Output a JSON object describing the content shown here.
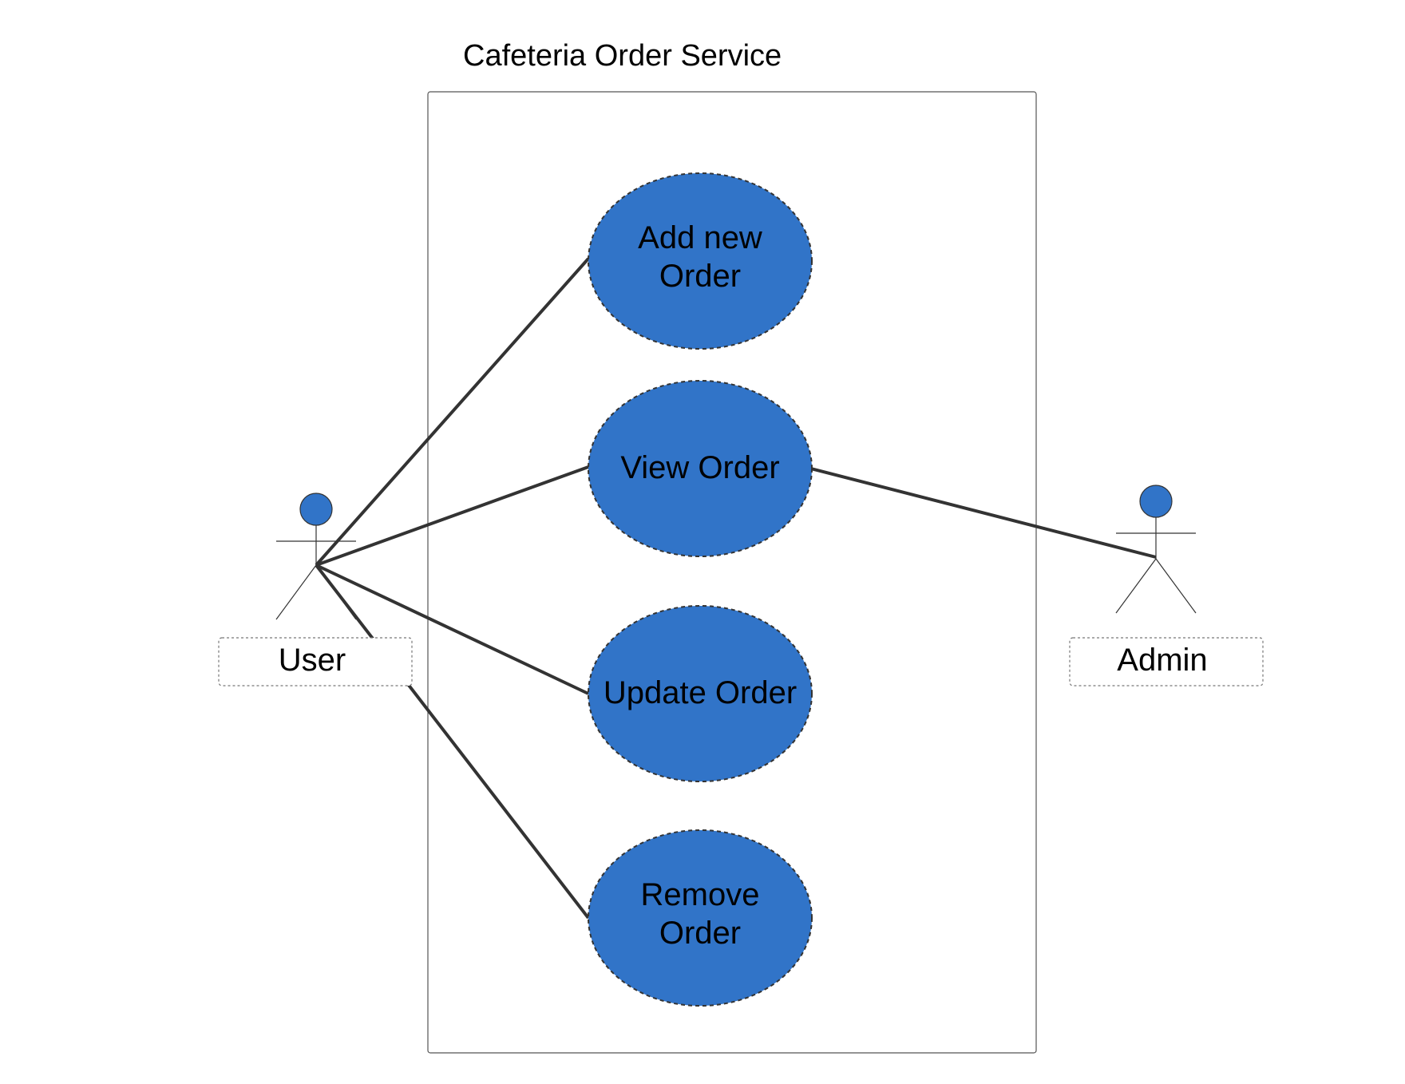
{
  "diagram": {
    "system": {
      "title": "Cafeteria Order Service"
    },
    "use_cases": [
      {
        "id": "add",
        "line1": "Add new",
        "line2": "Order"
      },
      {
        "id": "view",
        "line1": "View Order",
        "line2": ""
      },
      {
        "id": "update",
        "line1": "Update Order",
        "line2": ""
      },
      {
        "id": "remove",
        "line1": "Remove",
        "line2": "Order"
      }
    ],
    "actors": [
      {
        "id": "user",
        "label": "User"
      },
      {
        "id": "admin",
        "label": "Admin"
      }
    ],
    "associations": [
      {
        "actor": "user",
        "use_case": "add"
      },
      {
        "actor": "user",
        "use_case": "view"
      },
      {
        "actor": "user",
        "use_case": "update"
      },
      {
        "actor": "user",
        "use_case": "remove"
      },
      {
        "actor": "admin",
        "use_case": "view"
      }
    ],
    "colors": {
      "use_case_fill": "#3174C8",
      "actor_head_fill": "#3174C8",
      "line": "#333333",
      "border": "#666666"
    }
  }
}
